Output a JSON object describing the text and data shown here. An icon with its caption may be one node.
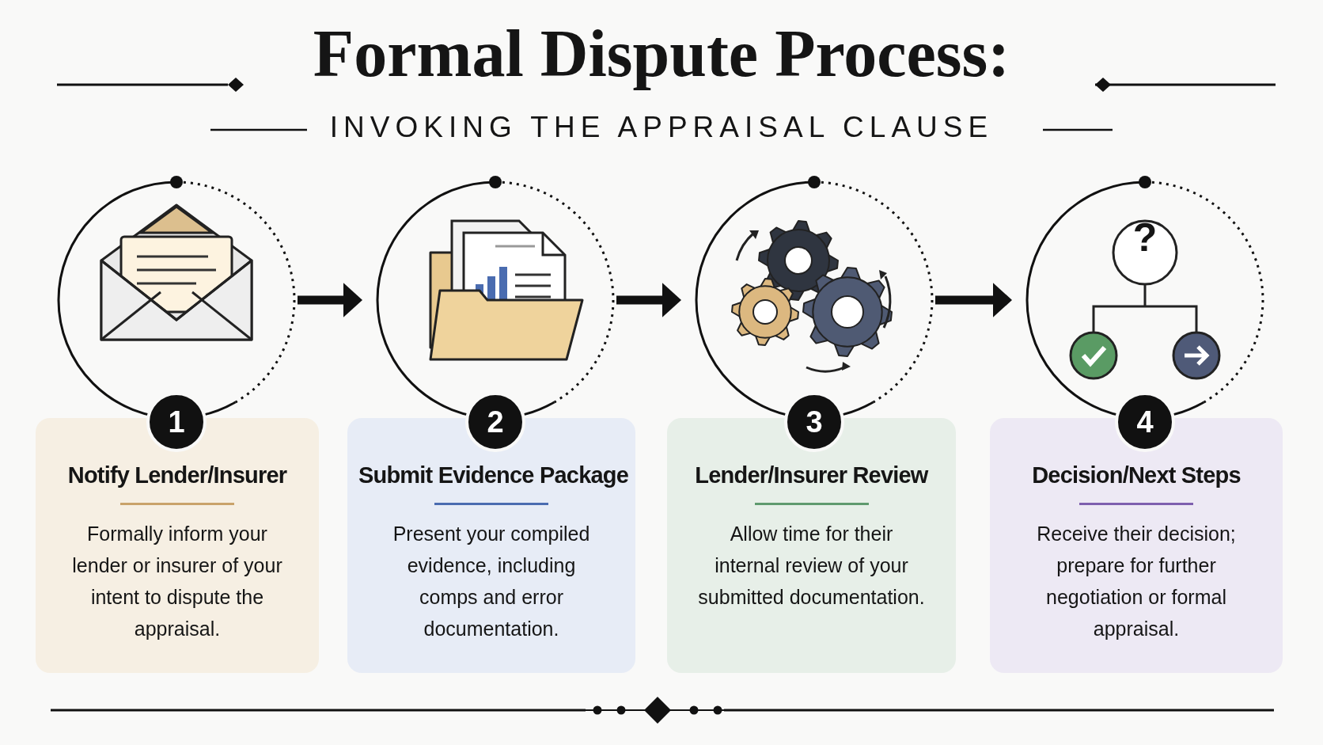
{
  "diagram": {
    "title": "Formal Dispute Process:",
    "nodes": [
      {
        "text": [],
        "shape": "circle"
      },
      {
        "text": [],
        "shape": "circle"
      },
      {
        "text": [],
        "shape": "circle"
      },
      {
        "text": [],
        "shape": "circle"
      },
      {
        "text": [
          "1"
        ]
      },
      {
        "text": [
          "2"
        ]
      },
      {
        "text": [
          "3"
        ]
      },
      {
        "text": [
          "4"
        ]
      },
      {
        "text": [
          "Notify Lender/Insurer",
          "Formally inform your lender or insurer of your intent to dispute the appraisal."
        ]
      },
      {
        "text": [
          "Submit Evidence Package",
          "Present your compiled evidence, including comps and error documentation."
        ]
      },
      {
        "text": [
          "Lender/Insurer Review",
          "Allow time for their internal review of your submitted documentation."
        ]
      },
      {
        "text": [
          "Decision/Next Steps",
          "Receive their decision; prepare for further negotiation or formal appraisal."
        ]
      }
    ],
    "edges": [
      {
        "from": 0,
        "to": 1,
        "arrow": "to"
      },
      {
        "from": 1,
        "to": 2,
        "arrow": "to"
      },
      {
        "from": 2,
        "to": 3,
        "arrow": "to"
      }
    ],
    "labels": [
      "INVOKING THE APPRAISAL CLAUSE",
      "?"
    ]
  }
}
